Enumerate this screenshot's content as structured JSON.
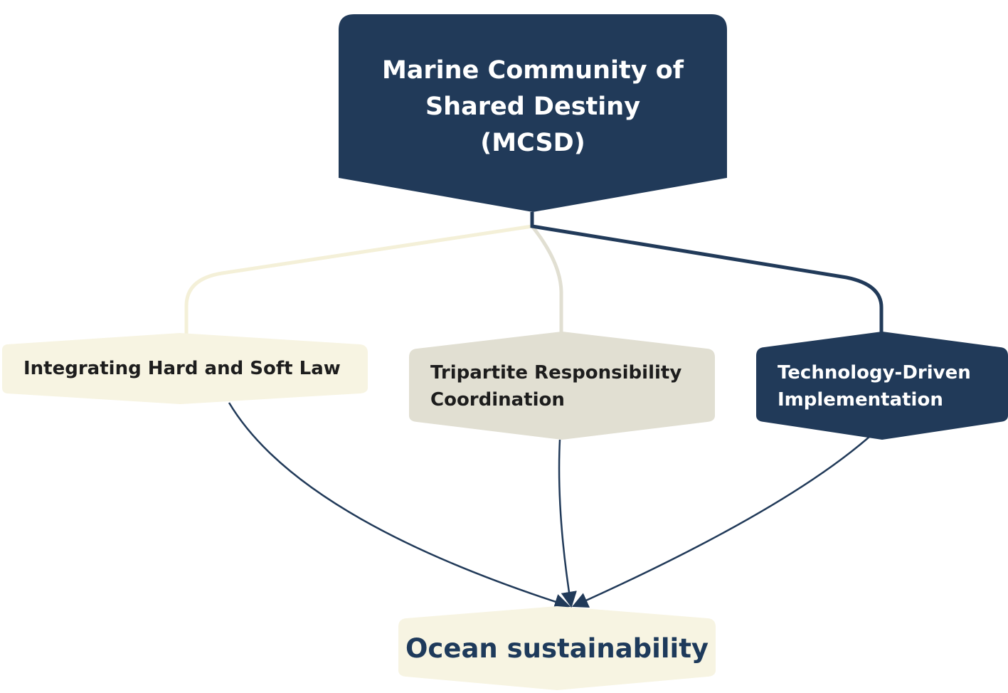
{
  "colors": {
    "navy": "#213a59",
    "cream": "#f7f4e2",
    "beige": "#e1dfd2",
    "connector_navy": "#213a59",
    "connector_cream": "#f4f0d8",
    "connector_beige": "#e1dfd2"
  },
  "nodes": {
    "top": {
      "line1": "Marine Community of",
      "line2": "Shared Destiny",
      "line3": "(MCSD)"
    },
    "left": {
      "label": "Integrating Hard and Soft Law"
    },
    "center": {
      "line1": "Tripartite Responsibility",
      "line2": "Coordination"
    },
    "right": {
      "line1": "Technology-Driven",
      "line2": "Implementation"
    },
    "bottom": {
      "label": "Ocean sustainability"
    }
  },
  "edges": [
    {
      "from": "top",
      "to": "left"
    },
    {
      "from": "top",
      "to": "center"
    },
    {
      "from": "top",
      "to": "right"
    },
    {
      "from": "left",
      "to": "bottom"
    },
    {
      "from": "center",
      "to": "bottom"
    },
    {
      "from": "right",
      "to": "bottom"
    }
  ]
}
